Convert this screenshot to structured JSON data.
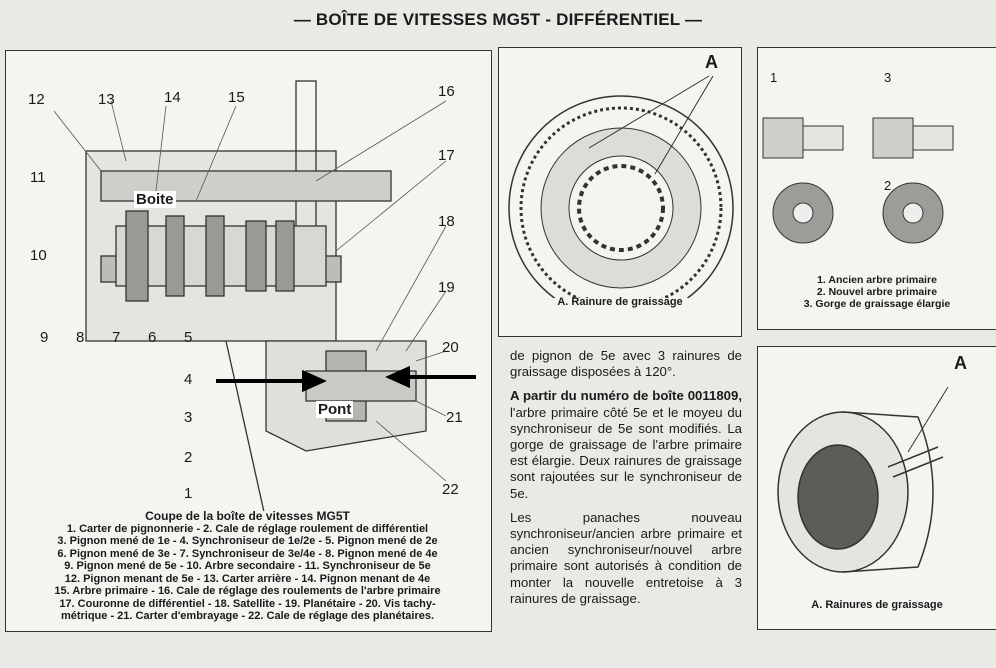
{
  "title": "— BOÎTE DE VITESSES MG5T - DIFFÉRENTIEL —",
  "section_diagram": {
    "callouts": [
      "1",
      "2",
      "3",
      "4",
      "5",
      "6",
      "7",
      "8",
      "9",
      "10",
      "11",
      "12",
      "13",
      "14",
      "15",
      "16",
      "17",
      "18",
      "19",
      "20",
      "21",
      "22"
    ],
    "annotation_boite": "Boite",
    "annotation_pont": "Pont",
    "caption_title": "Coupe de la boîte de vitesses MG5T",
    "caption_lines": [
      "1. Carter de pignonnerie - 2. Cale de réglage roulement de différentiel",
      "3. Pignon mené de 1e - 4. Synchroniseur de 1e/2e - 5. Pignon mené de 2e",
      "6. Pignon mené de 3e - 7. Synchroniseur de 3e/4e - 8. Pignon mené de 4e",
      "9. Pignon mené de 5e - 10. Arbre secondaire - 11. Synchroniseur de 5e",
      "12. Pignon menant de 5e - 13. Carter arrière - 14. Pignon menant de 4e",
      "15. Arbre primaire - 16. Cale de réglage des roulements de l'arbre primaire",
      "17. Couronne de différentiel - 18. Satellite - 19. Planétaire - 20. Vis tachy-",
      "métrique - 21. Carter d'embrayage - 22. Cale de réglage des planétaires."
    ]
  },
  "synchro_figure": {
    "callout": "A",
    "caption": "A. Rainure de graissage"
  },
  "shaft_figure": {
    "callouts": [
      "1",
      "2",
      "3"
    ],
    "legend": [
      "1. Ancien arbre primaire",
      "2. Nouvel arbre primaire",
      "3. Gorge de graissage élargie"
    ]
  },
  "hub_figure": {
    "callout": "A",
    "caption": "A. Rainures de graissage"
  },
  "body_text": {
    "para1": "de pignon de 5e avec 3 rainures de graissage disposées à 120°.",
    "para2_bold": "A partir du numéro de boîte 0011809,",
    "para2": " l'arbre primaire côté 5e et le moyeu du synchroniseur de 5e sont modifiés. La gorge de graissage de l'arbre primaire est élargie. Deux rainures de graissage sont rajoutées sur le synchroniseur de 5e.",
    "para3": "Les panaches nouveau synchroniseur/ancien arbre primaire et ancien synchroniseur/nouvel arbre primaire sont autorisés à condition de monter la nouvelle entretoise à 3 rainures de graissage."
  }
}
